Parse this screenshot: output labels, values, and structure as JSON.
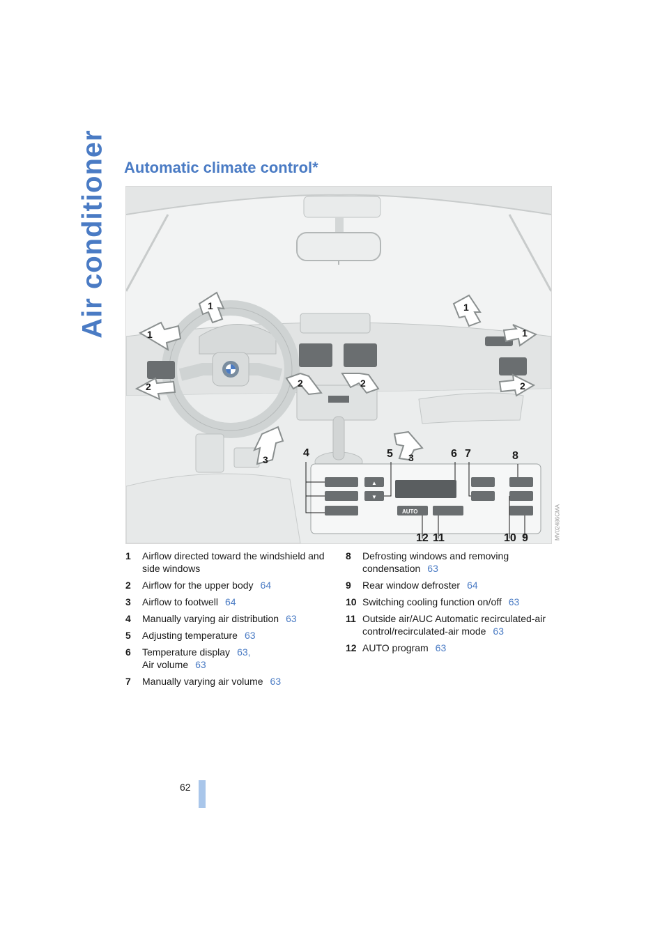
{
  "section_title": "Air conditioner",
  "heading": "Automatic climate control*",
  "figure": {
    "callouts": [
      "1",
      "1",
      "1",
      "1",
      "2",
      "2",
      "2",
      "2",
      "3",
      "3",
      "4",
      "5",
      "6",
      "7",
      "8",
      "12",
      "11",
      "10",
      "9"
    ],
    "panel_buttons": {
      "auto": "AUTO"
    },
    "figure_id": "MV02486CMA"
  },
  "legend_left": [
    {
      "num": "1",
      "text": "Airflow directed toward the windshield and side windows",
      "ref": ""
    },
    {
      "num": "2",
      "text": "Airflow for the upper body",
      "ref": "64"
    },
    {
      "num": "3",
      "text": "Airflow to footwell",
      "ref": "64"
    },
    {
      "num": "4",
      "text": "Manually varying air distribution",
      "ref": "63"
    },
    {
      "num": "5",
      "text": "Adjusting temperature",
      "ref": "63"
    },
    {
      "num": "6",
      "text": "Temperature display",
      "ref": "63,",
      "text2": "Air volume",
      "ref2": "63"
    },
    {
      "num": "7",
      "text": "Manually varying air volume",
      "ref": "63"
    }
  ],
  "legend_right": [
    {
      "num": "8",
      "text": "Defrosting windows and removing condensation",
      "ref": "63"
    },
    {
      "num": "9",
      "text": "Rear window defroster",
      "ref": "64"
    },
    {
      "num": "10",
      "text": "Switching cooling function on/off",
      "ref": "63"
    },
    {
      "num": "11",
      "text": "Outside air/AUC Automatic recirculated-air control/recirculated-air mode",
      "ref": "63"
    },
    {
      "num": "12",
      "text": "AUTO program",
      "ref": "63"
    }
  ],
  "page_number": "62",
  "colors": {
    "accent": "#4a7bc4",
    "page_bar": "#a9c6ea"
  }
}
